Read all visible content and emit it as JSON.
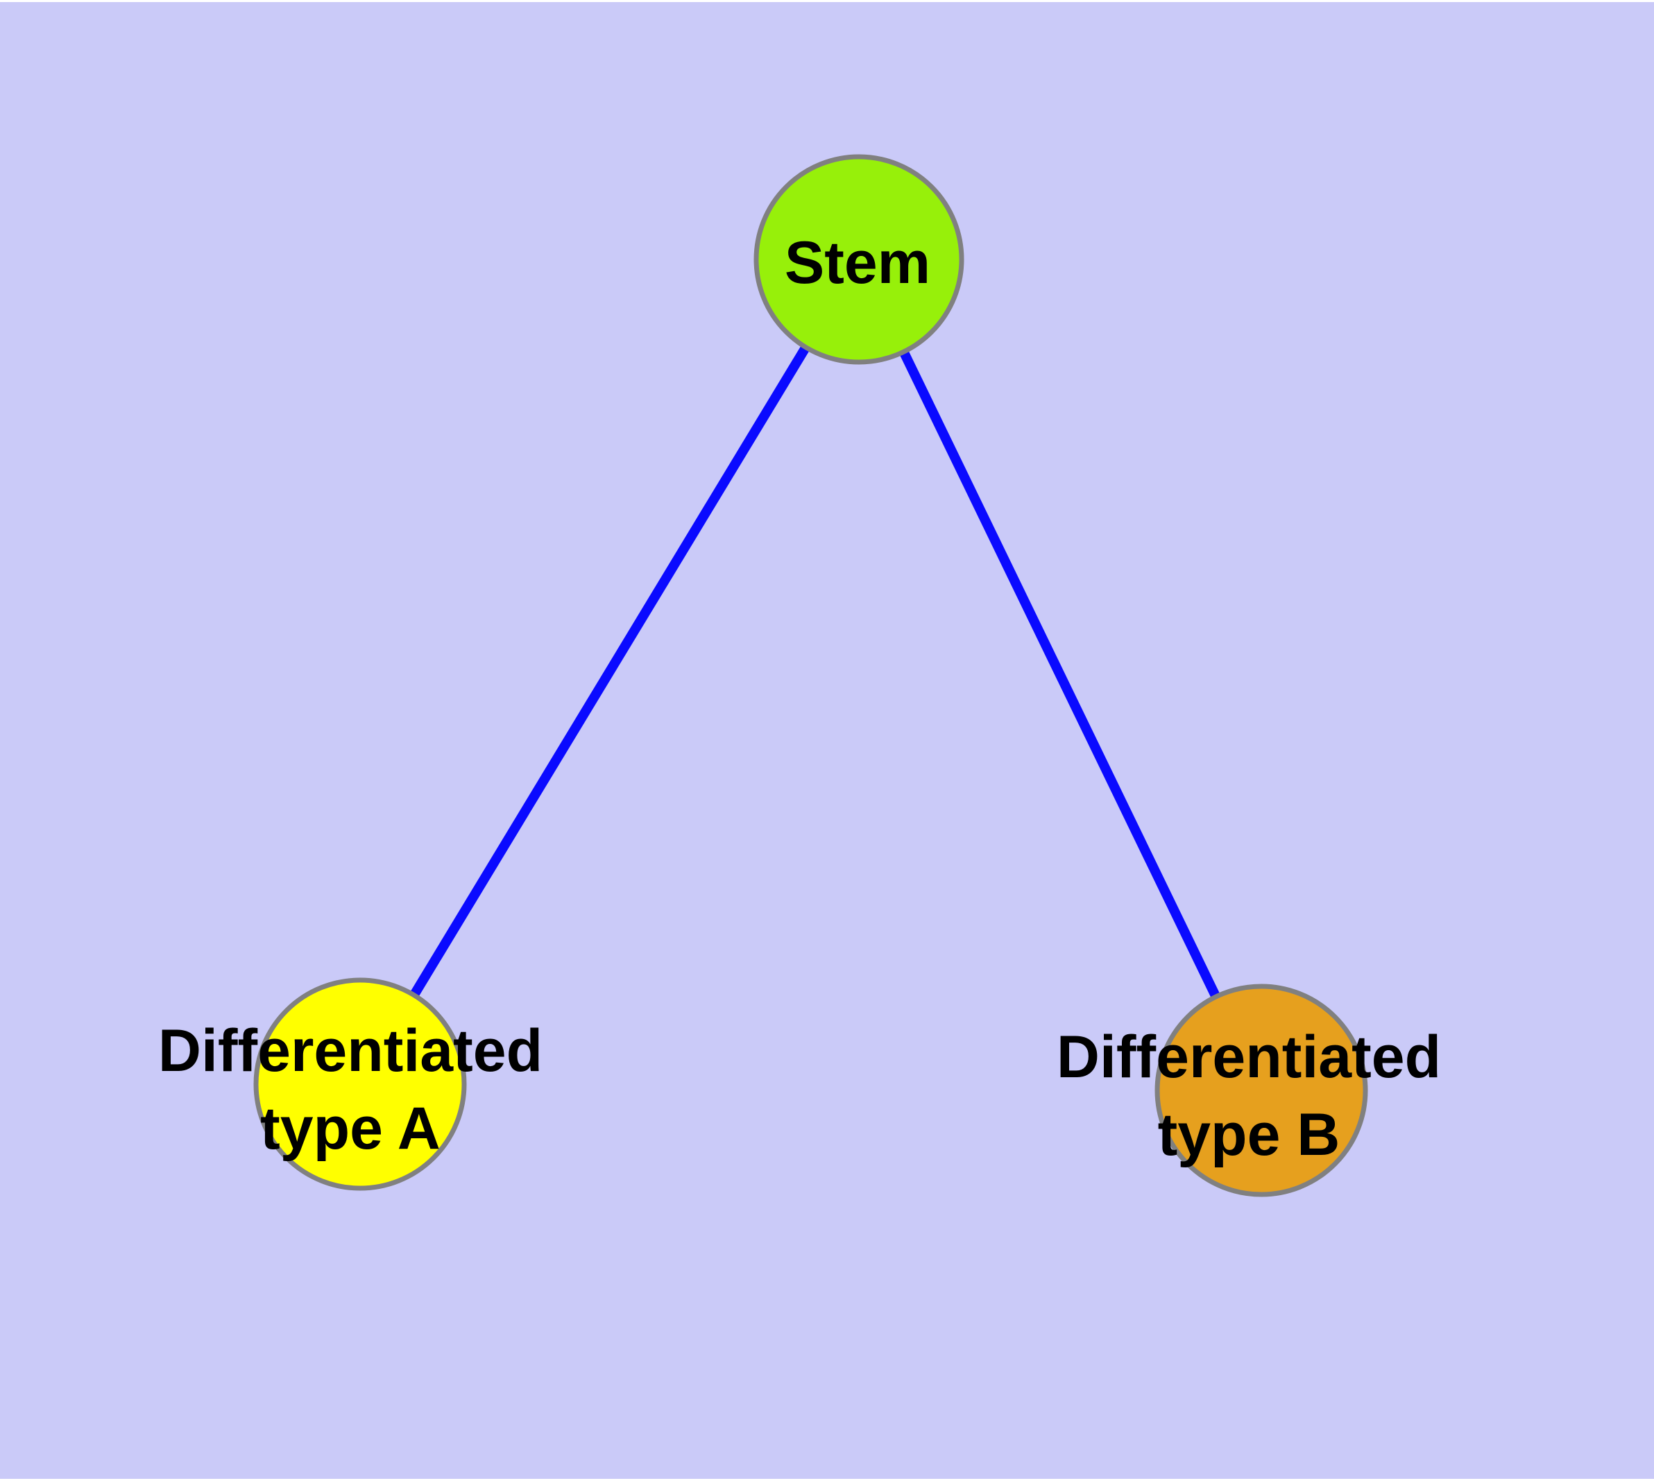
{
  "colors": {
    "background": "#cacaf8",
    "page_margin": "#ffffff",
    "edge": "#0a0aff",
    "node_border": "#808080",
    "label": "#000000"
  },
  "nodes": {
    "stem": {
      "label": "Stem",
      "fill": "#97f00a"
    },
    "type_a": {
      "label_line1": "Differentiated",
      "label_line2": "type A",
      "fill": "#ffff00"
    },
    "type_b": {
      "label_line1": "Differentiated",
      "label_line2": "type B",
      "fill": "#e6a01e"
    }
  },
  "edges": [
    {
      "from": "Stem",
      "to": "Differentiated type A"
    },
    {
      "from": "Stem",
      "to": "Differentiated type B"
    }
  ]
}
